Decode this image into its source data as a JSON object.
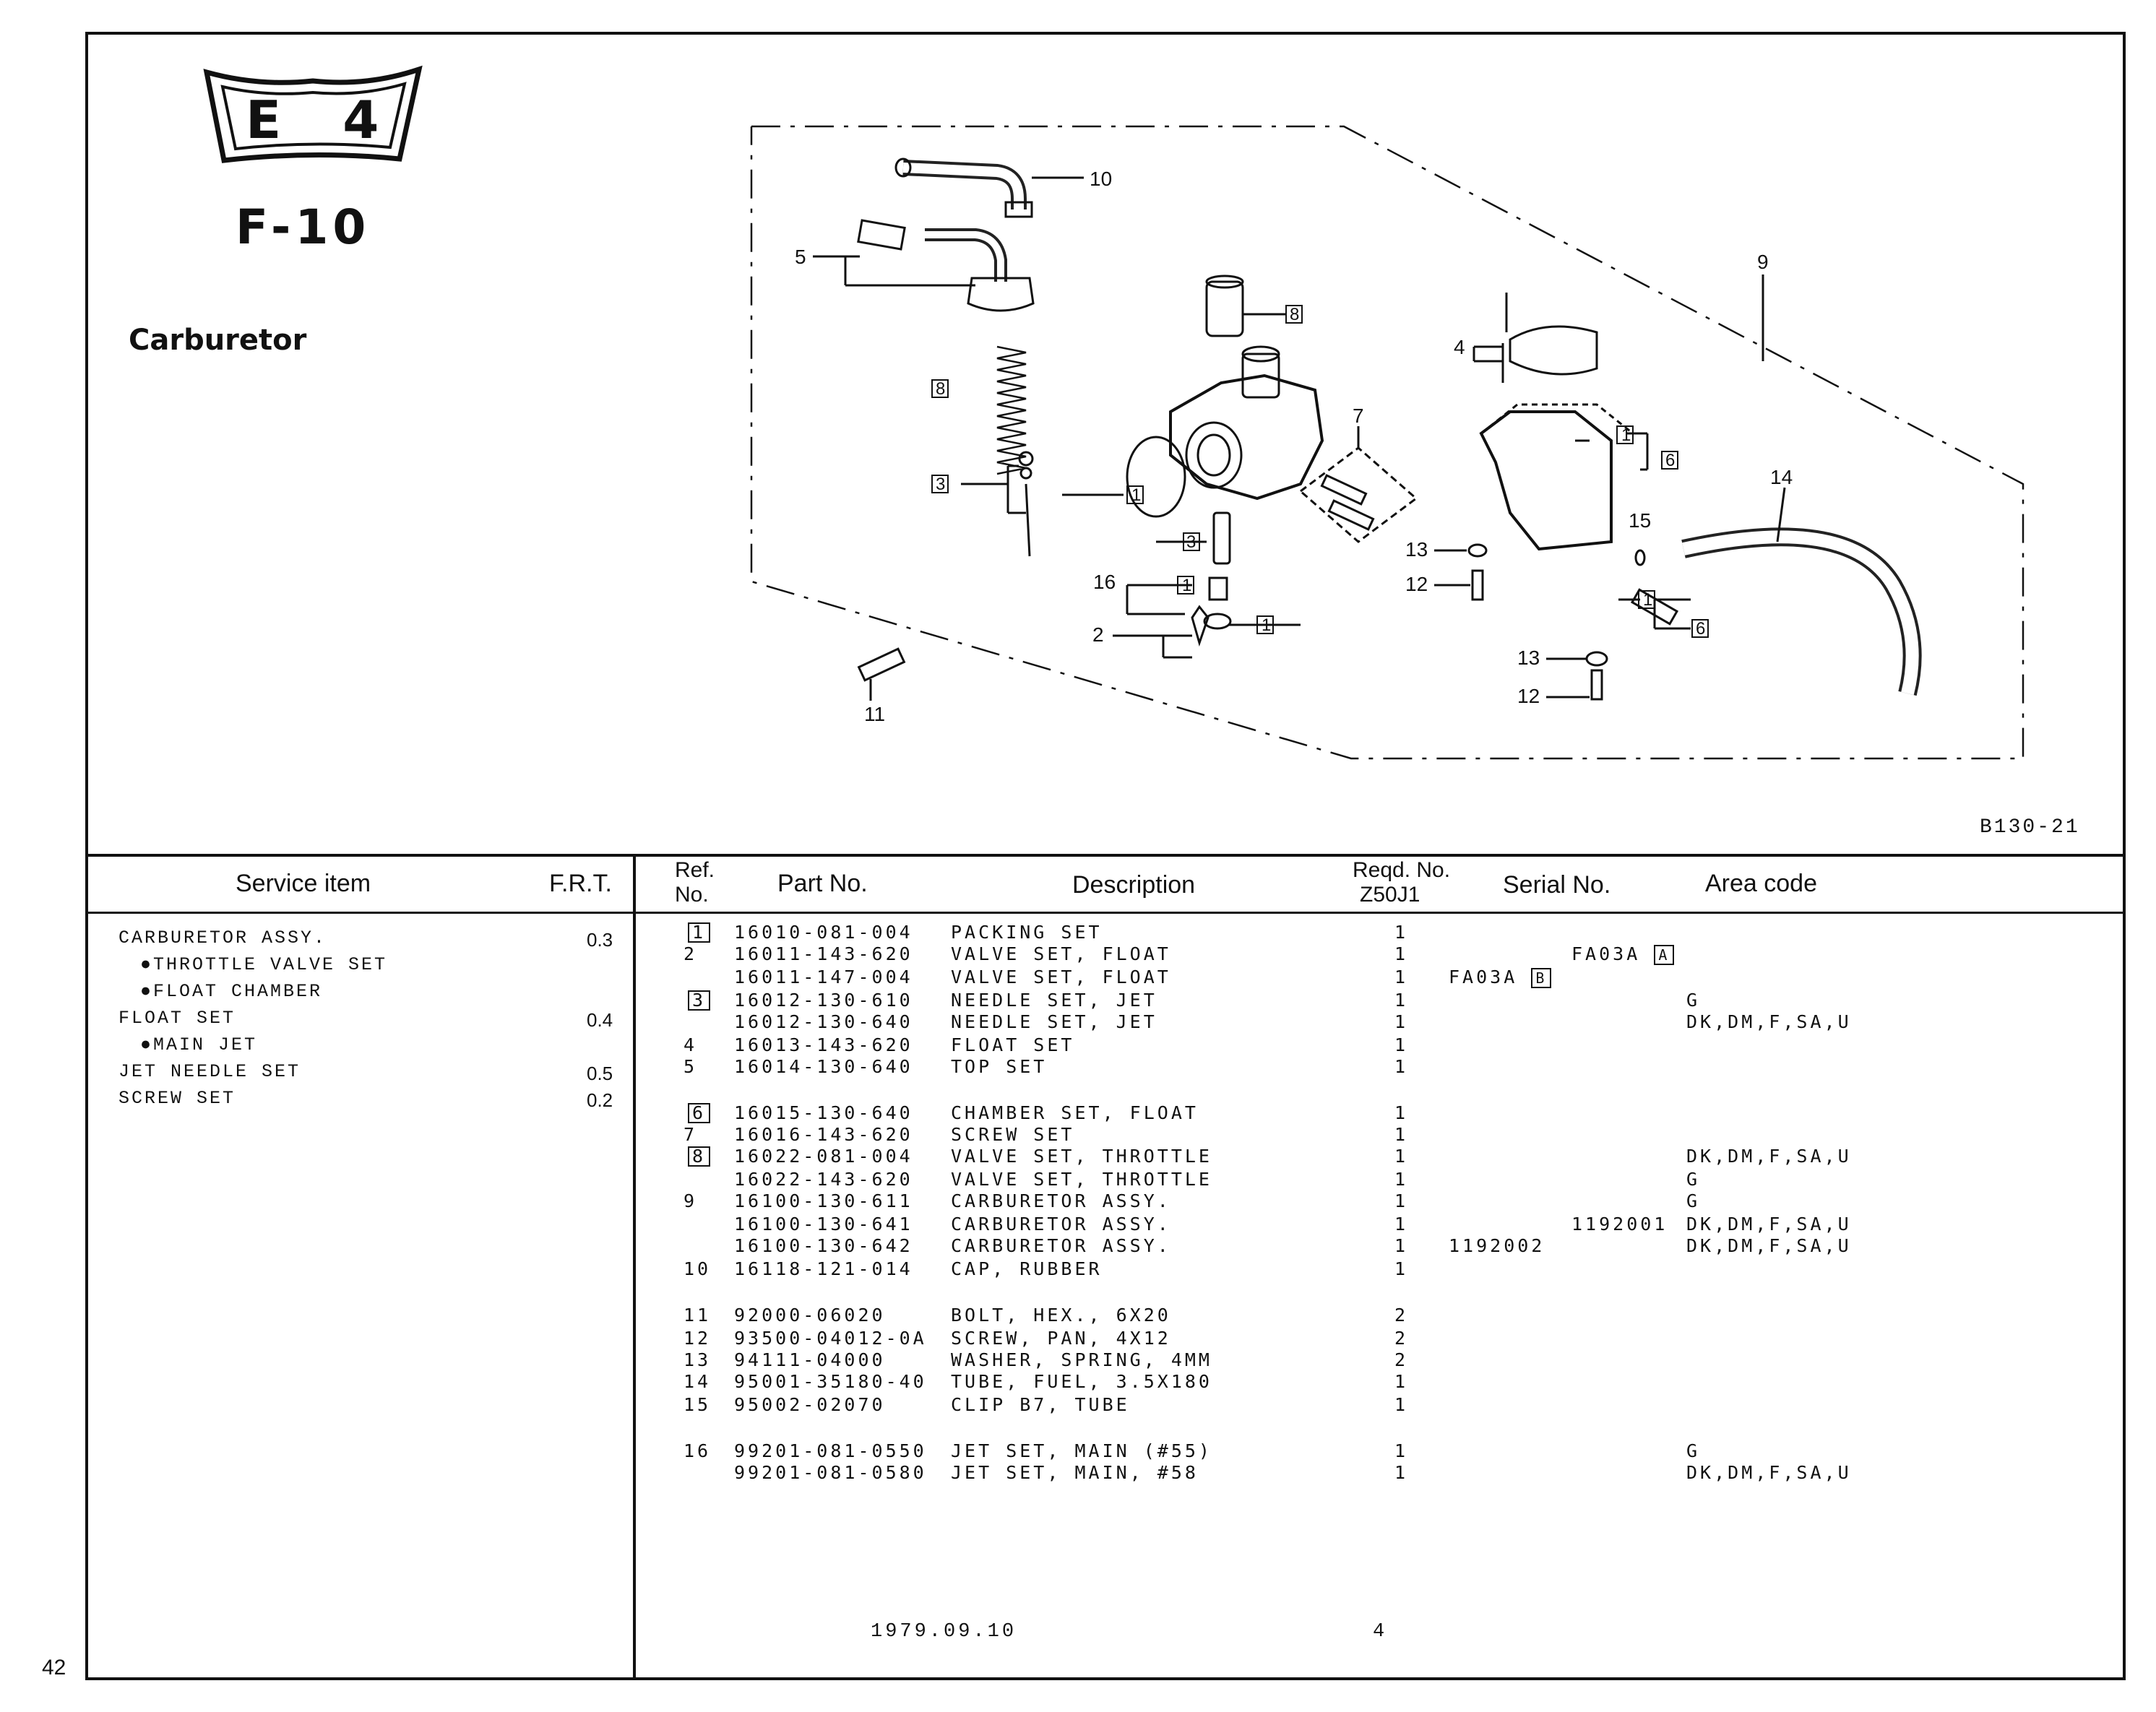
{
  "page_number": "42",
  "header": {
    "badge": "E 4",
    "model": "F-10",
    "section": "Carburetor"
  },
  "diagram": {
    "code": "B130-21",
    "callouts": [
      "10",
      "5",
      "8",
      "9",
      "4",
      "7",
      "1",
      "6",
      "3",
      "14",
      "15",
      "13",
      "12",
      "16",
      "2",
      "11"
    ]
  },
  "service_table": {
    "columns": {
      "item": "Service item",
      "frt": "F.R.T."
    },
    "rows": [
      {
        "item": "CARBURETOR ASSY.",
        "frt": "0.3",
        "indent": false
      },
      {
        "item": "●THROTTLE VALVE SET",
        "frt": "",
        "indent": true
      },
      {
        "item": "●FLOAT CHAMBER",
        "frt": "",
        "indent": true
      },
      {
        "item": "FLOAT SET",
        "frt": "0.4",
        "indent": false
      },
      {
        "item": "●MAIN JET",
        "frt": "",
        "indent": true
      },
      {
        "item": "JET NEEDLE SET",
        "frt": "0.5",
        "indent": false
      },
      {
        "item": "SCREW SET",
        "frt": "0.2",
        "indent": false
      }
    ]
  },
  "parts_table": {
    "columns": {
      "ref_line1": "Ref.",
      "ref_line2": "No.",
      "part_no": "Part No.",
      "description": "Description",
      "reqd_line1": "Reqd. No.",
      "reqd_line2": "Z50J1",
      "serial": "Serial No.",
      "area": "Area code"
    },
    "rows": [
      {
        "ref": "1",
        "boxed": true,
        "part": "16010-081-004",
        "desc": "PACKING SET",
        "qty": "1",
        "serial": "",
        "area": ""
      },
      {
        "ref": "2",
        "boxed": false,
        "part": "16011-143-620",
        "desc": "VALVE SET, FLOAT",
        "qty": "1",
        "serial": "FA03A",
        "serial_box": "A",
        "serial_pos": "right",
        "area": ""
      },
      {
        "ref": "",
        "boxed": false,
        "part": "16011-147-004",
        "desc": "VALVE SET, FLOAT",
        "qty": "1",
        "serial": "FA03A",
        "serial_box": "B",
        "serial_pos": "left",
        "area": ""
      },
      {
        "ref": "3",
        "boxed": true,
        "part": "16012-130-610",
        "desc": "NEEDLE SET, JET",
        "qty": "1",
        "serial": "",
        "area": "G"
      },
      {
        "ref": "",
        "boxed": false,
        "part": "16012-130-640",
        "desc": "NEEDLE SET, JET",
        "qty": "1",
        "serial": "",
        "area": "DK,DM,F,SA,U"
      },
      {
        "ref": "4",
        "boxed": false,
        "part": "16013-143-620",
        "desc": "FLOAT SET",
        "qty": "1",
        "serial": "",
        "area": ""
      },
      {
        "ref": "5",
        "boxed": false,
        "part": "16014-130-640",
        "desc": "TOP SET",
        "qty": "1",
        "serial": "",
        "area": ""
      },
      {
        "ref": "6",
        "boxed": true,
        "part": "16015-130-640",
        "desc": "CHAMBER SET, FLOAT",
        "qty": "1",
        "serial": "",
        "area": ""
      },
      {
        "ref": "7",
        "boxed": false,
        "part": "16016-143-620",
        "desc": "SCREW SET",
        "qty": "1",
        "serial": "",
        "area": ""
      },
      {
        "ref": "8",
        "boxed": true,
        "part": "16022-081-004",
        "desc": "VALVE SET, THROTTLE",
        "qty": "1",
        "serial": "",
        "area": "DK,DM,F,SA,U"
      },
      {
        "ref": "",
        "boxed": false,
        "part": "16022-143-620",
        "desc": "VALVE SET, THROTTLE",
        "qty": "1",
        "serial": "",
        "area": "G"
      },
      {
        "ref": "9",
        "boxed": false,
        "part": "16100-130-611",
        "desc": "CARBURETOR ASSY.",
        "qty": "1",
        "serial": "",
        "area": "G"
      },
      {
        "ref": "",
        "boxed": false,
        "part": "16100-130-641",
        "desc": "CARBURETOR ASSY.",
        "qty": "1",
        "serial": "1192001",
        "serial_pos": "right",
        "area": "DK,DM,F,SA,U"
      },
      {
        "ref": "",
        "boxed": false,
        "part": "16100-130-642",
        "desc": "CARBURETOR ASSY.",
        "qty": "1",
        "serial": "1192002",
        "serial_pos": "left",
        "area": "DK,DM,F,SA,U"
      },
      {
        "ref": "10",
        "boxed": false,
        "part": "16118-121-014",
        "desc": "CAP, RUBBER",
        "qty": "1",
        "serial": "",
        "area": ""
      },
      {
        "ref": "11",
        "boxed": false,
        "part": "92000-06020",
        "desc": "BOLT, HEX., 6X20",
        "qty": "2",
        "serial": "",
        "area": ""
      },
      {
        "ref": "12",
        "boxed": false,
        "part": "93500-04012-0A",
        "desc": "SCREW, PAN, 4X12",
        "qty": "2",
        "serial": "",
        "area": ""
      },
      {
        "ref": "13",
        "boxed": false,
        "part": "94111-04000",
        "desc": "WASHER, SPRING, 4MM",
        "qty": "2",
        "serial": "",
        "area": ""
      },
      {
        "ref": "14",
        "boxed": false,
        "part": "95001-35180-40",
        "desc": "TUBE, FUEL, 3.5X180",
        "qty": "1",
        "serial": "",
        "area": ""
      },
      {
        "ref": "15",
        "boxed": false,
        "part": "95002-02070",
        "desc": "CLIP B7, TUBE",
        "qty": "1",
        "serial": "",
        "area": ""
      },
      {
        "ref": "16",
        "boxed": false,
        "part": "99201-081-0550",
        "desc": "JET SET, MAIN (#55)",
        "qty": "1",
        "serial": "",
        "area": "G"
      },
      {
        "ref": "",
        "boxed": false,
        "part": "99201-081-0580",
        "desc": "JET SET, MAIN, #58",
        "qty": "1",
        "serial": "",
        "area": "DK,DM,F,SA,U"
      }
    ]
  },
  "footer": {
    "date": "1979.09.10",
    "mark": "4"
  }
}
